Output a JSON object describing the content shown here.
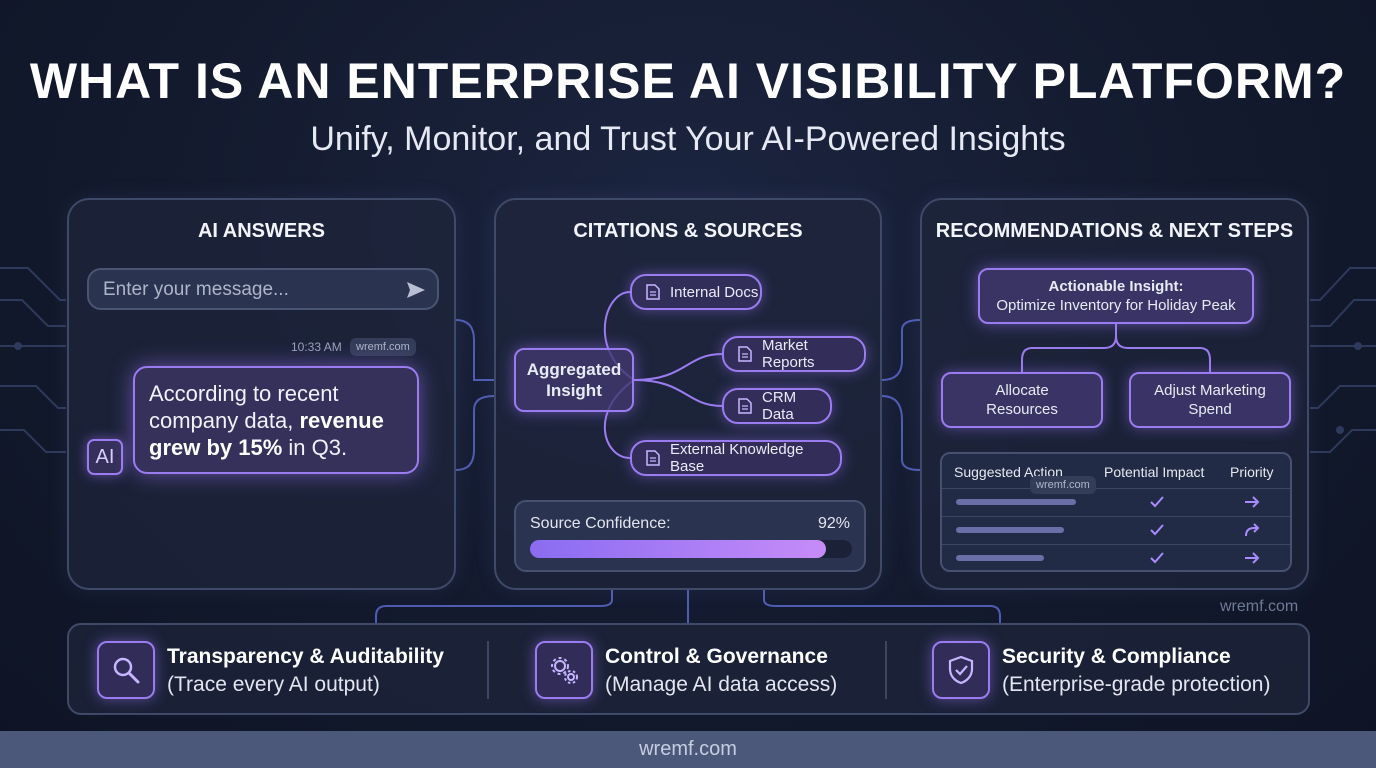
{
  "header": {
    "title": "WHAT IS AN ENTERPRISE AI VISIBILITY PLATFORM?",
    "subtitle": "Unify, Monitor, and Trust Your AI-Powered Insights"
  },
  "panels": {
    "ai_answers": {
      "title": "AI ANSWERS",
      "input_placeholder": "Enter your message...",
      "timestamp": "10:33 AM",
      "watermark": "wremf.com",
      "message_part1": "According to recent company data, ",
      "message_bold": "revenue grew by 15%",
      "message_part2": " in Q3.",
      "ai_badge": "AI"
    },
    "citations": {
      "title": "CITATIONS & SOURCES",
      "center_node": "Aggregated Insight",
      "sources": [
        "Internal Docs",
        "Market Reports",
        "CRM Data",
        "External Knowledge Base"
      ],
      "confidence_label": "Source Confidence:",
      "confidence_value": "92%",
      "confidence_fraction": 0.92
    },
    "recommendations": {
      "title": "RECOMMENDATIONS & NEXT STEPS",
      "insight_label": "Actionable Insight:",
      "insight_text": "Optimize Inventory for Holiday Peak",
      "actions": [
        "Allocate Resources",
        "Adjust Marketing Spend"
      ],
      "table_headers": [
        "Suggested Action",
        "Potential Impact",
        "Priority"
      ],
      "table_watermark": "wremf.com"
    }
  },
  "features": [
    {
      "title": "Transparency & Auditability",
      "subtitle": "(Trace every AI output)",
      "icon": "magnifier-icon"
    },
    {
      "title": "Control & Governance",
      "subtitle": "(Manage AI data access)",
      "icon": "gears-icon"
    },
    {
      "title": "Security & Compliance",
      "subtitle": "(Enterprise-grade protection)",
      "icon": "shield-check-icon"
    }
  ],
  "watermark_right": "wremf.com",
  "footer": "wremf.com",
  "colors": {
    "accent": "#9b7cf0",
    "background": "#131a2e",
    "panel_border": "#3f4a68"
  }
}
